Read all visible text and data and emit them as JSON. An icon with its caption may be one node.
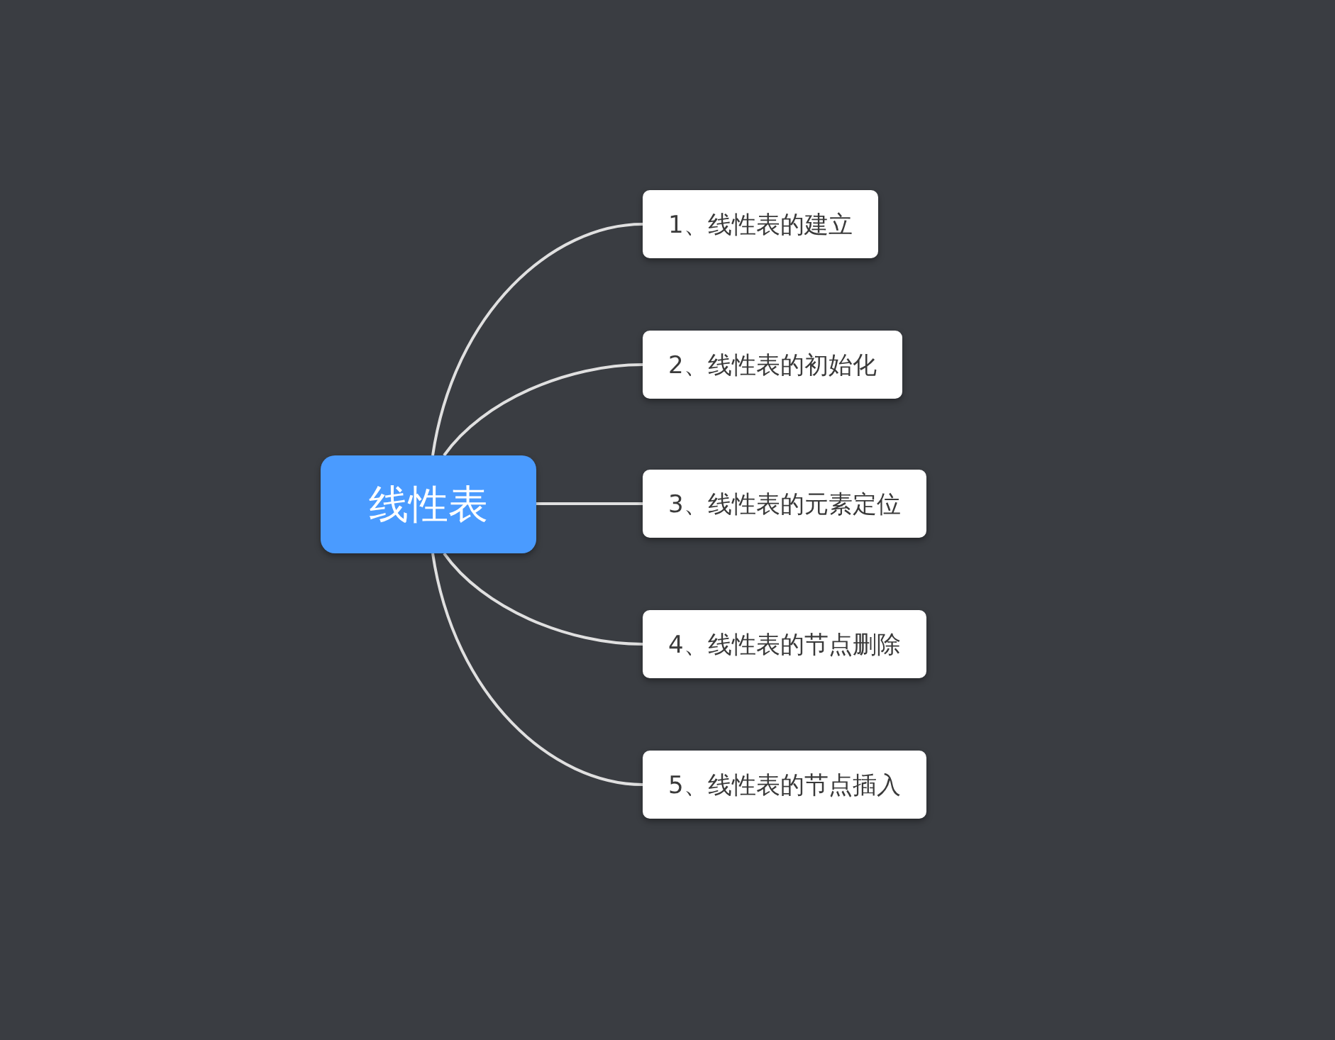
{
  "diagram": {
    "nodes": [
      {
        "text": [
          "线性表"
        ]
      },
      {
        "text": [
          "1、线性表的建立"
        ]
      },
      {
        "text": [
          "2、线性表的初始化"
        ]
      },
      {
        "text": [
          "3、线性表的元素定位"
        ]
      },
      {
        "text": [
          "4、线性表的节点删除"
        ]
      },
      {
        "text": [
          "5、线性表的节点插入"
        ]
      }
    ],
    "edges": [
      {
        "from": 0,
        "to": 1,
        "arrow": "none"
      },
      {
        "from": 0,
        "to": 2,
        "arrow": "none"
      },
      {
        "from": 0,
        "to": 3,
        "arrow": "none"
      },
      {
        "from": 0,
        "to": 4,
        "arrow": "none"
      },
      {
        "from": 0,
        "to": 5,
        "arrow": "none"
      }
    ]
  }
}
